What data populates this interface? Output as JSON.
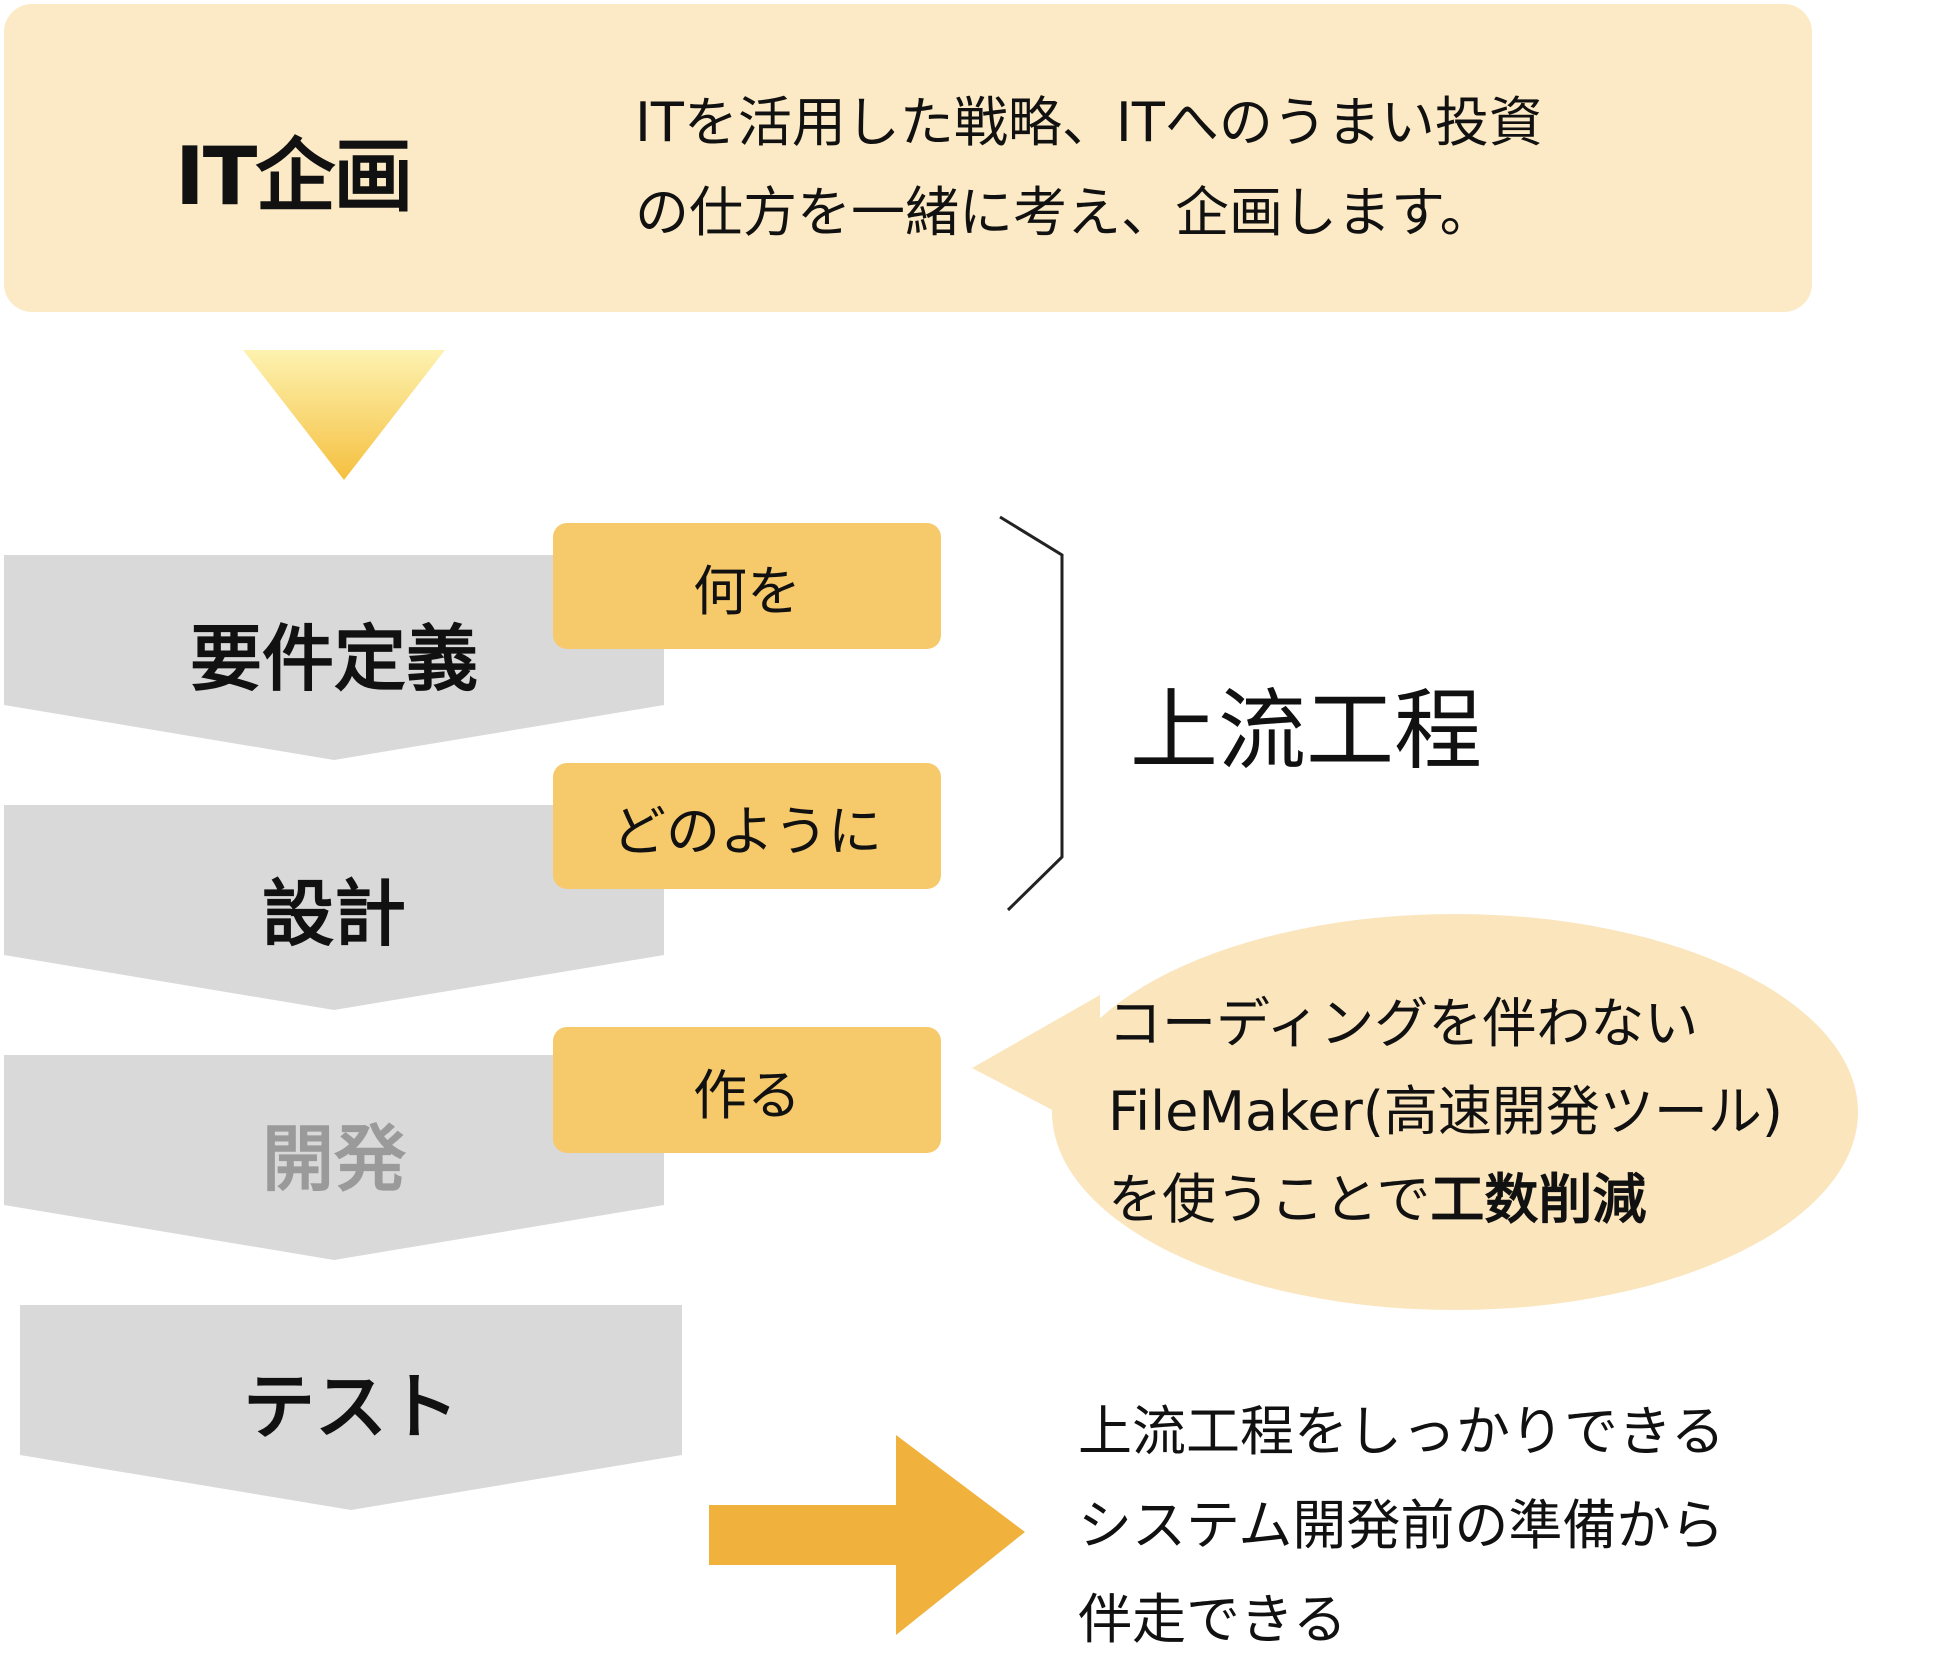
{
  "planning": {
    "title": "IT企画",
    "description_line1": "ITを活用した戦略、ITへのうまい投資",
    "description_line2": "の仕方を一緒に考え、企画します。"
  },
  "steps": [
    {
      "label": "要件定義",
      "tag": "何を",
      "color": "#111111"
    },
    {
      "label": "設計",
      "tag": "どのように",
      "color": "#111111"
    },
    {
      "label": "開発",
      "tag": "作る",
      "color": "#9a9a9a"
    },
    {
      "label": "テスト",
      "color": "#111111"
    }
  ],
  "upstream": {
    "label": "上流工程"
  },
  "bubble": {
    "line1": "コーディングを伴わない",
    "line2": "FileMaker(高速開発ツール)",
    "line3_prefix": "を使うことで",
    "line3_bold": "工数削減"
  },
  "conclusion": {
    "line1": "上流工程をしっかりできる",
    "line2": "システム開発前の準備から",
    "line3": "伴走できる"
  },
  "colors": {
    "top_box": "#fbeac5",
    "tag": "#f6c96a",
    "chevron": "#d9d9d9",
    "bubble": "#fbe5bd",
    "arrow": "#f0b13d"
  }
}
